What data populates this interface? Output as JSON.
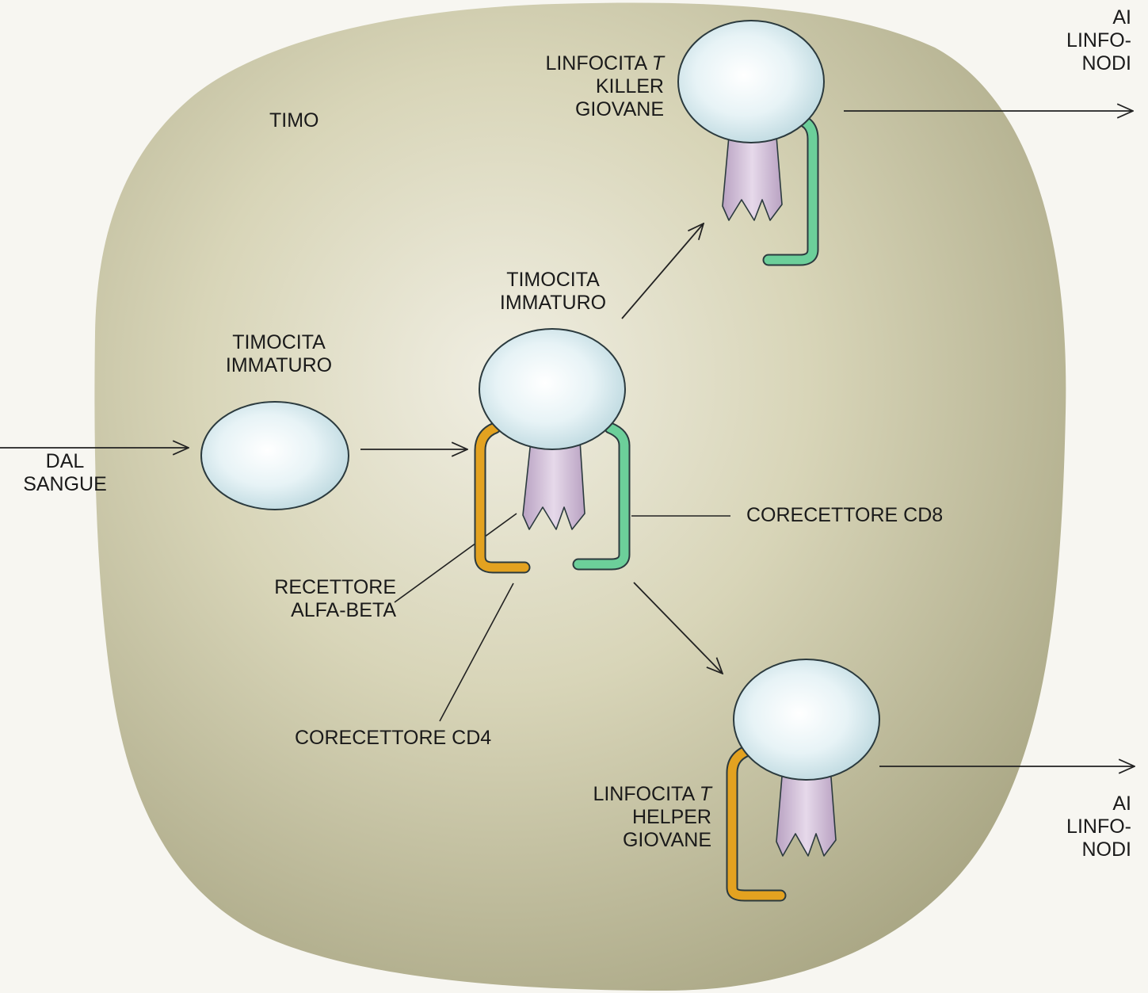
{
  "labels": {
    "thymus": "TIMO",
    "from_blood": [
      "DAL",
      "SANGUE"
    ],
    "immature_thymocyte_1": [
      "TIMOCITA",
      "IMMATURO"
    ],
    "immature_thymocyte_2": [
      "TIMOCITA",
      "IMMATURO"
    ],
    "killer": {
      "line1_prefix": "LINFOCITA ",
      "line1_italic": "T",
      "line2": "KILLER",
      "line3": "GIOVANE"
    },
    "helper": {
      "line1_prefix": "LINFOCITA ",
      "line1_italic": "T",
      "line2": "HELPER",
      "line3": "GIOVANE"
    },
    "to_lymph_nodes_top": [
      "AI",
      "LINFO-",
      "NODI"
    ],
    "to_lymph_nodes_bottom": [
      "AI",
      "LINFO-",
      "NODI"
    ],
    "cd8": "CORECETTORE CD8",
    "cd4": "CORECETTORE CD4",
    "alpha_beta": [
      "RECETTORE",
      "ALFA-BETA"
    ]
  },
  "colors": {
    "thymus_fill": "#c8c4a0",
    "thymus_shadow": "#9c9878",
    "cell_fill": "#dfeff3",
    "cell_outline": "#2b3a3e",
    "receptor_fill": "#c9b6d0",
    "cd4_color": "#e3a220",
    "cd8_color": "#6ccf9a",
    "line_color": "#222222"
  }
}
